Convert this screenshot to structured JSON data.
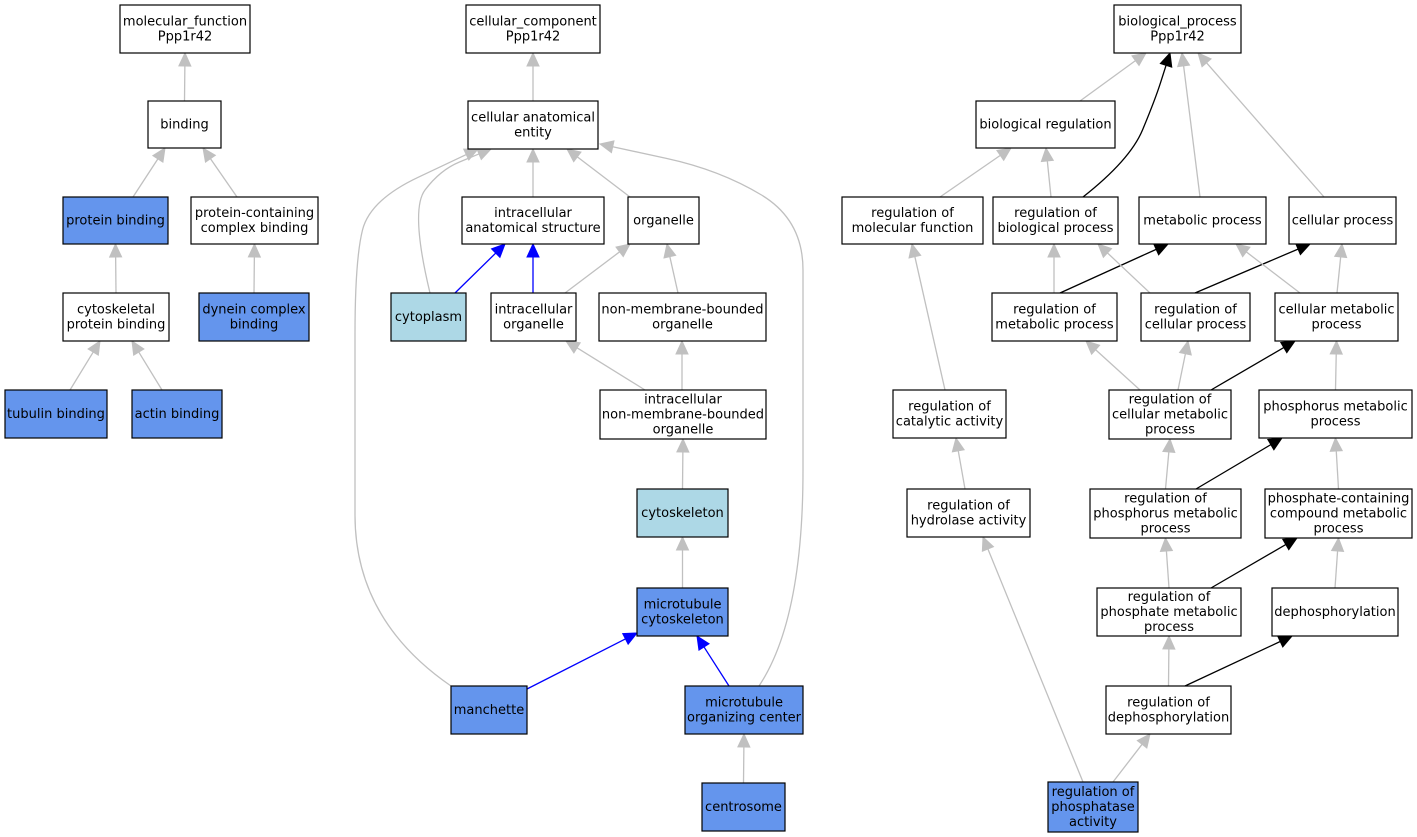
{
  "colors": {
    "node_default": "#ffffff",
    "node_direct": "#6495ed",
    "node_light": "#add8e6",
    "edge_default": "#c0c0c0",
    "edge_blue": "#0000ff",
    "edge_black": "#000000"
  },
  "nodes": [
    {
      "id": "mf",
      "lines": [
        "molecular_function",
        "Ppp1r42"
      ],
      "fill": "node_default"
    },
    {
      "id": "binding",
      "lines": [
        "binding"
      ],
      "fill": "node_default"
    },
    {
      "id": "protbind",
      "lines": [
        "protein binding"
      ],
      "fill": "node_direct"
    },
    {
      "id": "pccb",
      "lines": [
        "protein-containing",
        "complex binding"
      ],
      "fill": "node_default"
    },
    {
      "id": "cytoskpb",
      "lines": [
        "cytoskeletal",
        "protein binding"
      ],
      "fill": "node_default"
    },
    {
      "id": "dyneincb",
      "lines": [
        "dynein complex",
        "binding"
      ],
      "fill": "node_direct"
    },
    {
      "id": "tubulinb",
      "lines": [
        "tubulin binding"
      ],
      "fill": "node_direct"
    },
    {
      "id": "actinb",
      "lines": [
        "actin binding"
      ],
      "fill": "node_direct"
    },
    {
      "id": "cc",
      "lines": [
        "cellular_component",
        "Ppp1r42"
      ],
      "fill": "node_default"
    },
    {
      "id": "cae",
      "lines": [
        "cellular anatomical",
        "entity"
      ],
      "fill": "node_default"
    },
    {
      "id": "ias",
      "lines": [
        "intracellular",
        "anatomical structure"
      ],
      "fill": "node_default"
    },
    {
      "id": "organelle",
      "lines": [
        "organelle"
      ],
      "fill": "node_default"
    },
    {
      "id": "cytoplasm",
      "lines": [
        "cytoplasm"
      ],
      "fill": "node_light"
    },
    {
      "id": "intorg",
      "lines": [
        "intracellular",
        "organelle"
      ],
      "fill": "node_default"
    },
    {
      "id": "nmbo",
      "lines": [
        "non-membrane-bounded",
        "organelle"
      ],
      "fill": "node_default"
    },
    {
      "id": "inmbo",
      "lines": [
        "intracellular",
        "non-membrane-bounded",
        "organelle"
      ],
      "fill": "node_default"
    },
    {
      "id": "cytoskeleton",
      "lines": [
        "cytoskeleton"
      ],
      "fill": "node_light"
    },
    {
      "id": "mtcyto",
      "lines": [
        "microtubule",
        "cytoskeleton"
      ],
      "fill": "node_direct"
    },
    {
      "id": "manchette",
      "lines": [
        "manchette"
      ],
      "fill": "node_direct"
    },
    {
      "id": "mtoc",
      "lines": [
        "microtubule",
        "organizing center"
      ],
      "fill": "node_direct"
    },
    {
      "id": "centrosome",
      "lines": [
        "centrosome"
      ],
      "fill": "node_direct"
    },
    {
      "id": "bp",
      "lines": [
        "biological_process",
        "Ppp1r42"
      ],
      "fill": "node_default"
    },
    {
      "id": "bioreg",
      "lines": [
        "biological regulation"
      ],
      "fill": "node_default"
    },
    {
      "id": "regmf",
      "lines": [
        "regulation of",
        "molecular function"
      ],
      "fill": "node_default"
    },
    {
      "id": "regbp",
      "lines": [
        "regulation of",
        "biological process"
      ],
      "fill": "node_default"
    },
    {
      "id": "metproc",
      "lines": [
        "metabolic process"
      ],
      "fill": "node_default"
    },
    {
      "id": "cellproc",
      "lines": [
        "cellular process"
      ],
      "fill": "node_default"
    },
    {
      "id": "regmp",
      "lines": [
        "regulation of",
        "metabolic process"
      ],
      "fill": "node_default"
    },
    {
      "id": "regcp",
      "lines": [
        "regulation of",
        "cellular process"
      ],
      "fill": "node_default"
    },
    {
      "id": "cmp",
      "lines": [
        "cellular metabolic",
        "process"
      ],
      "fill": "node_default"
    },
    {
      "id": "regca",
      "lines": [
        "regulation of",
        "catalytic activity"
      ],
      "fill": "node_default"
    },
    {
      "id": "regcmp",
      "lines": [
        "regulation of",
        "cellular metabolic",
        "process"
      ],
      "fill": "node_default"
    },
    {
      "id": "phosmp",
      "lines": [
        "phosphorus metabolic",
        "process"
      ],
      "fill": "node_default"
    },
    {
      "id": "reghydro",
      "lines": [
        "regulation of",
        "hydrolase activity"
      ],
      "fill": "node_default"
    },
    {
      "id": "regphosmp",
      "lines": [
        "regulation of",
        "phosphorus metabolic",
        "process"
      ],
      "fill": "node_default"
    },
    {
      "id": "pccmp",
      "lines": [
        "phosphate-containing",
        "compound metabolic",
        "process"
      ],
      "fill": "node_default"
    },
    {
      "id": "regphatemp",
      "lines": [
        "regulation of",
        "phosphate metabolic",
        "process"
      ],
      "fill": "node_default"
    },
    {
      "id": "dephos",
      "lines": [
        "dephosphorylation"
      ],
      "fill": "node_default"
    },
    {
      "id": "regdephos",
      "lines": [
        "regulation of",
        "dephosphorylation"
      ],
      "fill": "node_default"
    },
    {
      "id": "regphosact",
      "lines": [
        "regulation of",
        "phosphatase",
        "activity"
      ],
      "fill": "node_direct"
    }
  ],
  "edges": [
    {
      "from": "binding",
      "to": "mf",
      "color": "edge_default"
    },
    {
      "from": "protbind",
      "to": "binding",
      "color": "edge_default"
    },
    {
      "from": "pccb",
      "to": "binding",
      "color": "edge_default"
    },
    {
      "from": "cytoskpb",
      "to": "protbind",
      "color": "edge_default"
    },
    {
      "from": "dyneincb",
      "to": "pccb",
      "color": "edge_default"
    },
    {
      "from": "tubulinb",
      "to": "cytoskpb",
      "color": "edge_default"
    },
    {
      "from": "actinb",
      "to": "cytoskpb",
      "color": "edge_default"
    },
    {
      "from": "cae",
      "to": "cc",
      "color": "edge_default"
    },
    {
      "from": "ias",
      "to": "cae",
      "color": "edge_default"
    },
    {
      "from": "organelle",
      "to": "cae",
      "color": "edge_default"
    },
    {
      "from": "cytoplasm",
      "to": "cae",
      "color": "edge_default"
    },
    {
      "from": "manchette",
      "to": "cae",
      "color": "edge_default"
    },
    {
      "from": "mtoc",
      "to": "cae",
      "color": "edge_default"
    },
    {
      "from": "cytoplasm",
      "to": "ias",
      "color": "edge_blue"
    },
    {
      "from": "intorg",
      "to": "ias",
      "color": "edge_blue"
    },
    {
      "from": "intorg",
      "to": "organelle",
      "color": "edge_default"
    },
    {
      "from": "nmbo",
      "to": "organelle",
      "color": "edge_default"
    },
    {
      "from": "inmbo",
      "to": "intorg",
      "color": "edge_default"
    },
    {
      "from": "inmbo",
      "to": "nmbo",
      "color": "edge_default"
    },
    {
      "from": "cytoskeleton",
      "to": "inmbo",
      "color": "edge_default"
    },
    {
      "from": "mtcyto",
      "to": "cytoskeleton",
      "color": "edge_default"
    },
    {
      "from": "manchette",
      "to": "mtcyto",
      "color": "edge_blue"
    },
    {
      "from": "mtoc",
      "to": "mtcyto",
      "color": "edge_blue"
    },
    {
      "from": "centrosome",
      "to": "mtoc",
      "color": "edge_default"
    },
    {
      "from": "bioreg",
      "to": "bp",
      "color": "edge_default"
    },
    {
      "from": "regbp",
      "to": "bp",
      "color": "edge_black"
    },
    {
      "from": "metproc",
      "to": "bp",
      "color": "edge_default"
    },
    {
      "from": "cellproc",
      "to": "bp",
      "color": "edge_default"
    },
    {
      "from": "regmf",
      "to": "bioreg",
      "color": "edge_default"
    },
    {
      "from": "regbp",
      "to": "bioreg",
      "color": "edge_default"
    },
    {
      "from": "regmp",
      "to": "regbp",
      "color": "edge_default"
    },
    {
      "from": "regmp",
      "to": "metproc",
      "color": "edge_black"
    },
    {
      "from": "regcp",
      "to": "regbp",
      "color": "edge_default"
    },
    {
      "from": "regcp",
      "to": "cellproc",
      "color": "edge_black"
    },
    {
      "from": "cmp",
      "to": "metproc",
      "color": "edge_default"
    },
    {
      "from": "cmp",
      "to": "cellproc",
      "color": "edge_default"
    },
    {
      "from": "regca",
      "to": "regmf",
      "color": "edge_default"
    },
    {
      "from": "regcmp",
      "to": "regmp",
      "color": "edge_default"
    },
    {
      "from": "regcmp",
      "to": "regcp",
      "color": "edge_default"
    },
    {
      "from": "regcmp",
      "to": "cmp",
      "color": "edge_black"
    },
    {
      "from": "phosmp",
      "to": "cmp",
      "color": "edge_default"
    },
    {
      "from": "reghydro",
      "to": "regca",
      "color": "edge_default"
    },
    {
      "from": "regphosmp",
      "to": "regcmp",
      "color": "edge_default"
    },
    {
      "from": "regphosmp",
      "to": "phosmp",
      "color": "edge_black"
    },
    {
      "from": "pccmp",
      "to": "phosmp",
      "color": "edge_default"
    },
    {
      "from": "regphatemp",
      "to": "regphosmp",
      "color": "edge_default"
    },
    {
      "from": "regphatemp",
      "to": "pccmp",
      "color": "edge_black"
    },
    {
      "from": "dephos",
      "to": "pccmp",
      "color": "edge_default"
    },
    {
      "from": "regdephos",
      "to": "regphatemp",
      "color": "edge_default"
    },
    {
      "from": "regdephos",
      "to": "dephos",
      "color": "edge_black"
    },
    {
      "from": "regphosact",
      "to": "regdephos",
      "color": "edge_default"
    },
    {
      "from": "regphosact",
      "to": "reghydro",
      "color": "edge_default"
    }
  ]
}
